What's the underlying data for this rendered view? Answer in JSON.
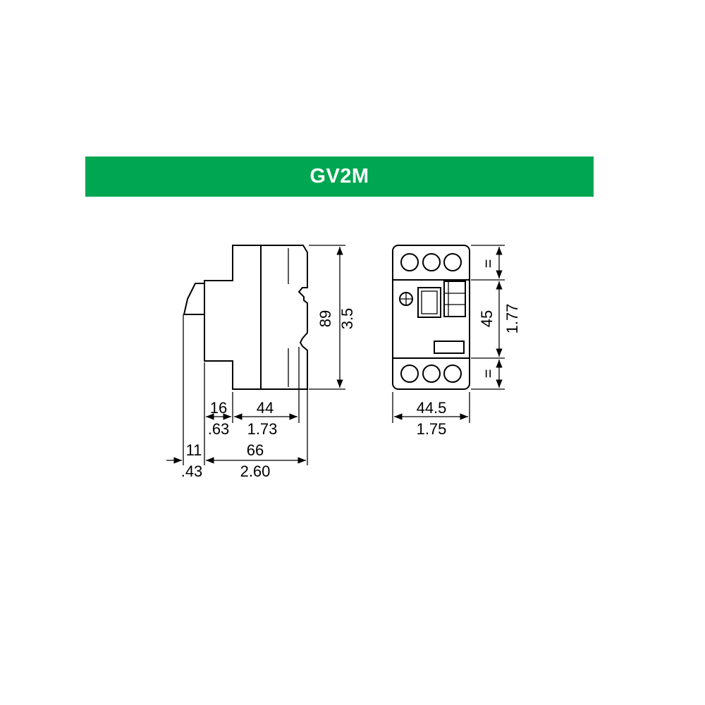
{
  "banner": {
    "title": "GV2M",
    "color": "#00A651"
  },
  "side_view": {
    "height_mm": "89",
    "height_in": "3.5",
    "depth_body_mm": "44",
    "depth_body_in": "1.73",
    "depth_front_mm": "16",
    "depth_front_in": ".63",
    "depth_total_mm": "66",
    "depth_total_in": "2.60",
    "knob_mm": "11",
    "knob_in": ".43"
  },
  "front_view": {
    "width_mm": "44.5",
    "width_in": "1.75",
    "spacing_mm": "45",
    "spacing_in": "1.77",
    "equal_top": "=",
    "equal_bottom": "="
  }
}
